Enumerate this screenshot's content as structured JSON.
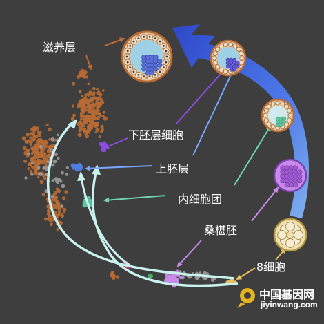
{
  "labels": {
    "trophoblast": "滋养层",
    "hypoblast": "下胚层细胞",
    "epiblast": "上胚层",
    "icm": "内细胞团",
    "morula": "桑椹胚",
    "eight_cell": "8细胞"
  },
  "watermark": {
    "cn": "中国基因网",
    "url": "jiyinwang.com"
  },
  "colors": {
    "background": "#3e3e3e",
    "trophoblast": "#b86a33",
    "hypoblast": "#8a4fe0",
    "epiblast": "#4f80e6",
    "icm": "#5fc8a2",
    "morula": "#c98be8",
    "eight_cell": "#e8c060",
    "cycle_arrow": "#3f63d6",
    "trajectory_arrow": "#c9f2ee"
  }
}
